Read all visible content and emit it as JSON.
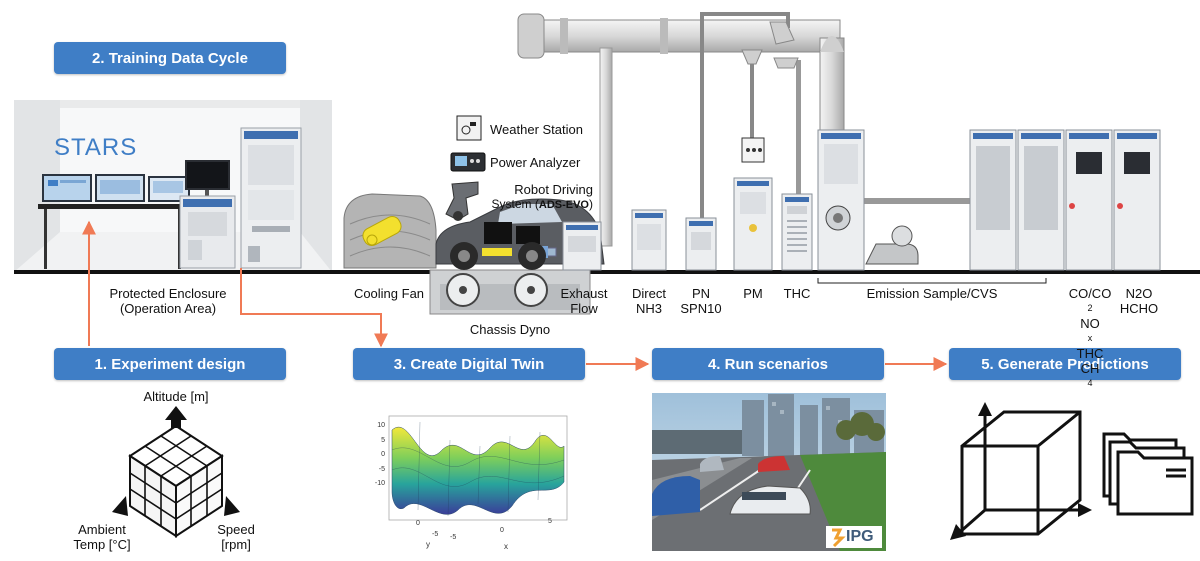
{
  "steps": {
    "s1": "1. Experiment design",
    "s2": "2. Training Data Cycle",
    "s3": "3. Create Digital Twin",
    "s4": "4. Run scenarios",
    "s5": "5. Generate Predictions"
  },
  "lab": {
    "brand": "STARS",
    "enclosure_line1": "Protected Enclosure",
    "enclosure_line2": "(Operation Area)"
  },
  "instruments": {
    "weather_station": "Weather Station",
    "power_analyzer": "Power Analyzer",
    "robot_line1": "Robot Driving",
    "robot_line2_prefix": "System (",
    "robot_line2_bold": "ADS-EVO",
    "robot_line2_suffix": ")"
  },
  "stations": {
    "cooling_fan": "Cooling Fan",
    "chassis_dyno": "Chassis Dyno",
    "exhaust_line1": "Exhaust",
    "exhaust_line2": "Flow",
    "direct_line1": "Direct",
    "direct_line2": "NH3",
    "pn_line1": "PN",
    "pn_line2": "SPN10",
    "pm": "PM",
    "thc": "THC",
    "cvs": "Emission Sample/CVS",
    "co_line1": "CO/CO",
    "co_line1_sub": "2",
    "co_line2_a": "NO",
    "co_line2_sub": "x",
    "co_line2_b": " THC",
    "co_line3": "CH",
    "co_line3_sub": "4",
    "n2o_line1": "N2O",
    "n2o_line2": "HCHO"
  },
  "design": {
    "altitude": "Altitude [m]",
    "ambient_line1": "Ambient",
    "ambient_line2": "Temp [°C]",
    "speed_line1": "Speed",
    "speed_line2": "[rpm]"
  },
  "surface_plot": {
    "z_ticks": [
      "10",
      "5",
      "0",
      "-5",
      "-10"
    ],
    "x_ticks": [
      "-5",
      "0",
      "5"
    ],
    "y_ticks": [
      "0",
      "-5"
    ],
    "xlabel": "x",
    "ylabel": "y"
  },
  "scenario": {
    "logo_text": "IPG"
  },
  "colors": {
    "step_blue": "#3f7ec6",
    "arrow_orange": "#f07a55",
    "yellow_fan": "#f3e02e"
  }
}
